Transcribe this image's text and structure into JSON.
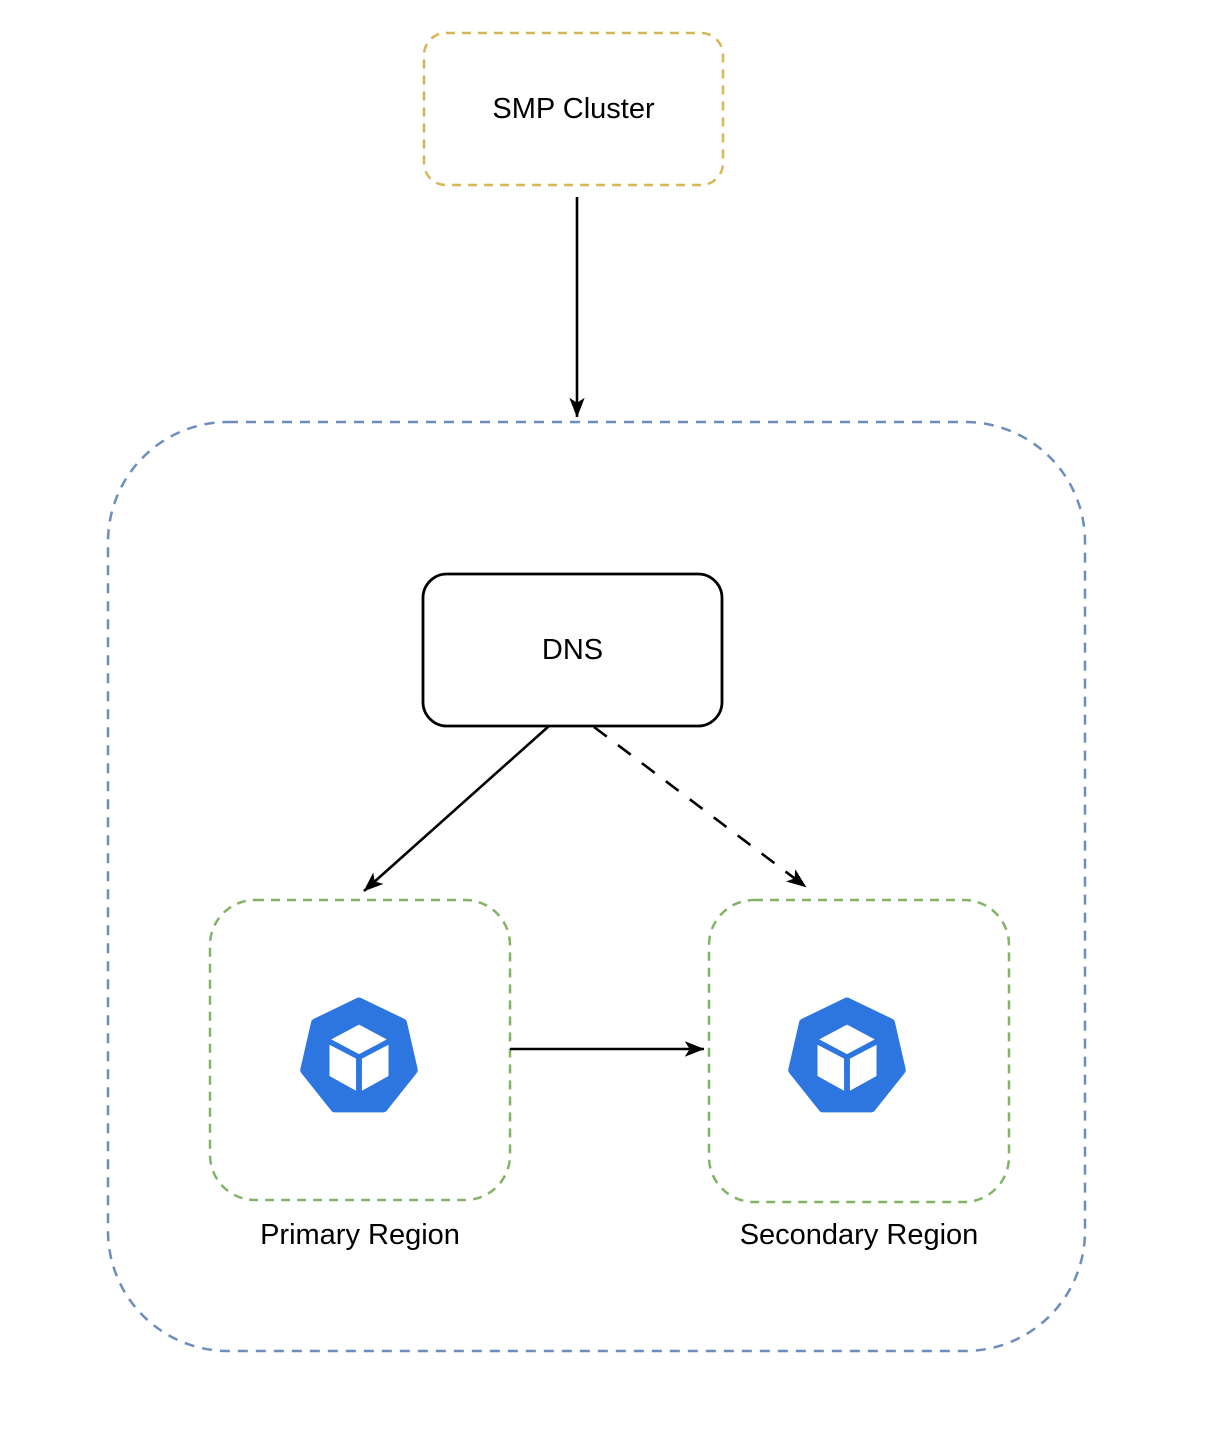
{
  "diagram": {
    "title": "SMP Cluster multi-region DNS failover diagram",
    "nodes": {
      "smp_cluster": {
        "label": "SMP Cluster",
        "shape": "dashed-rounded-rect"
      },
      "dns": {
        "label": "DNS",
        "shape": "solid-rounded-rect"
      },
      "region_container": {
        "label": "",
        "shape": "dashed-rounded-container"
      },
      "primary_region": {
        "label": "Primary Region",
        "shape": "dashed-rounded-rect",
        "icon": "heptagon-cube-icon"
      },
      "secondary_region": {
        "label": "Secondary Region",
        "shape": "dashed-rounded-rect",
        "icon": "heptagon-cube-icon"
      }
    },
    "edges": [
      {
        "from": "smp_cluster",
        "to": "region_container",
        "style": "solid",
        "arrow": "filled"
      },
      {
        "from": "dns",
        "to": "primary_region",
        "style": "solid",
        "arrow": "filled"
      },
      {
        "from": "dns",
        "to": "secondary_region",
        "style": "dashed",
        "arrow": "filled"
      },
      {
        "from": "primary_region",
        "to": "secondary_region",
        "style": "solid",
        "arrow": "filled"
      }
    ],
    "colors": {
      "background": "#ffffff",
      "text": "#000000",
      "smp_border": "#d6b656",
      "container_border": "#6c8ebf",
      "region_border": "#82b366",
      "dns_border": "#000000",
      "arrow": "#000000",
      "icon_blue": "#2d76e0"
    }
  }
}
